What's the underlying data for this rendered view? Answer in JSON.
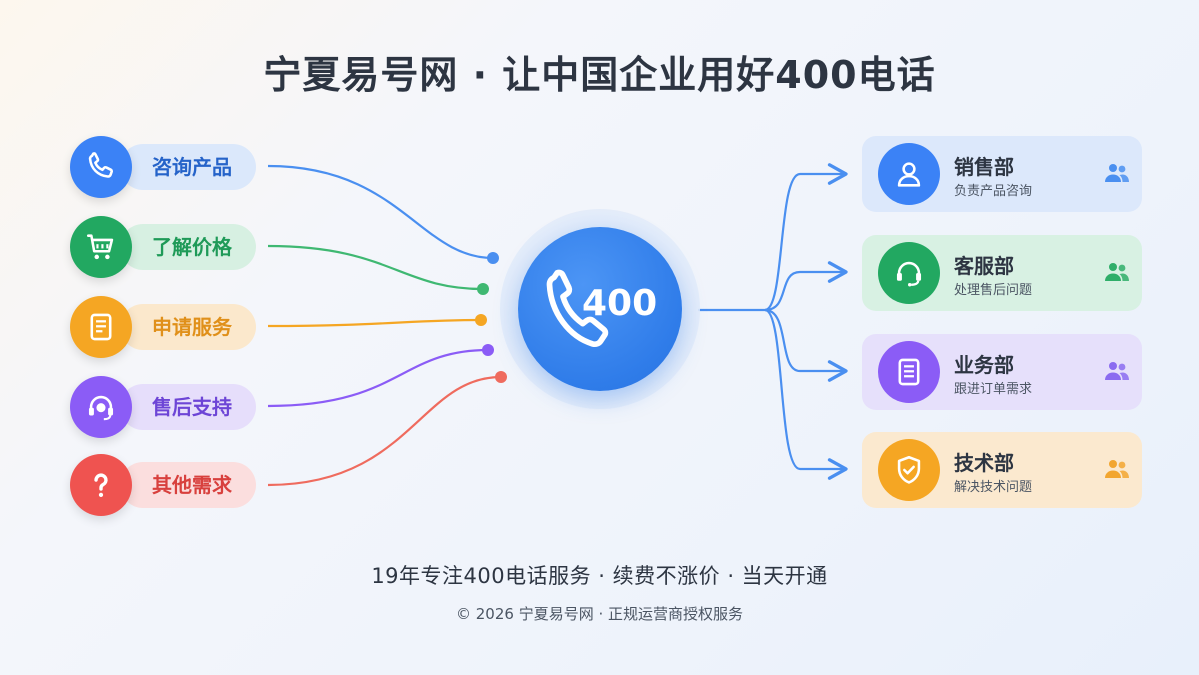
{
  "title": "宁夏易号网 · 让中国企业用好400电话",
  "inputs": [
    {
      "label": "咨询产品",
      "icon": "phone-icon",
      "color": "#3b82f6",
      "bg": "#dbe8fb",
      "text_color": "#2563c9"
    },
    {
      "label": "了解价格",
      "icon": "cart-icon",
      "color": "#22a861",
      "bg": "#d7f0e2",
      "text_color": "#1f9a58"
    },
    {
      "label": "申请服务",
      "icon": "document-icon",
      "color": "#f5a623",
      "bg": "#fbe8cc",
      "text_color": "#e0901a"
    },
    {
      "label": "售后支持",
      "icon": "headset-icon",
      "color": "#8b5cf6",
      "bg": "#e6defb",
      "text_color": "#6d45d6"
    },
    {
      "label": "其他需求",
      "icon": "question-icon",
      "color": "#ef5350",
      "bg": "#fbdede",
      "text_color": "#d8403d"
    }
  ],
  "hub": {
    "label": "400",
    "color": "#2f7ce9"
  },
  "departments": [
    {
      "name": "销售部",
      "desc": "负责产品咨询",
      "icon": "user-icon",
      "color": "#3b82f6",
      "bg": "#dce8fb"
    },
    {
      "name": "客服部",
      "desc": "处理售后问题",
      "icon": "headset-icon",
      "color": "#22a861",
      "bg": "#d8f1e3"
    },
    {
      "name": "业务部",
      "desc": "跟进订单需求",
      "icon": "clipboard-icon",
      "color": "#8b5cf6",
      "bg": "#e6e0fb"
    },
    {
      "name": "技术部",
      "desc": "解决技术问题",
      "icon": "shield-check-icon",
      "color": "#f5a623",
      "bg": "#fbe9cf"
    }
  ],
  "slogan": "19年专注400电话服务 · 续费不涨价 · 当天开通",
  "copyright": "© 2026 宁夏易号网 · 正规运营商授权服务"
}
